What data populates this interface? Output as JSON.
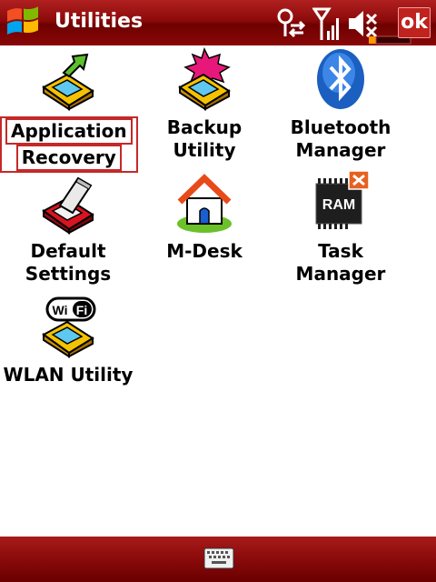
{
  "window": {
    "title": "Utilities"
  },
  "status": {
    "connectivity": "connectivity-icon",
    "signal": "signal-icon",
    "volume": "volume-muted-icon",
    "battery": "battery-icon"
  },
  "titlebar": {
    "ok_label": "ok"
  },
  "items": [
    {
      "label_line1": "Application",
      "label_line2": "Recovery",
      "icon": "application-recovery-icon",
      "selected": true
    },
    {
      "label_line1": "Backup",
      "label_line2": "Utility",
      "icon": "backup-utility-icon"
    },
    {
      "label_line1": "Bluetooth",
      "label_line2": "Manager",
      "icon": "bluetooth-icon"
    },
    {
      "label_line1": "Default",
      "label_line2": "Settings",
      "icon": "default-settings-icon"
    },
    {
      "label_line1": "M-Desk",
      "label_line2": "",
      "icon": "home-icon"
    },
    {
      "label_line1": "Task",
      "label_line2": "Manager",
      "icon": "ram-icon"
    },
    {
      "label_line1": "WLAN Utility",
      "label_line2": "",
      "icon": "wifi-icon"
    }
  ],
  "ram_text": "RAM",
  "wifi_text": "WiFi",
  "bottombar": {
    "keyboard": "keyboard-icon"
  },
  "colors": {
    "bar": "#8c0a0a",
    "selection_border": "#c62828"
  }
}
